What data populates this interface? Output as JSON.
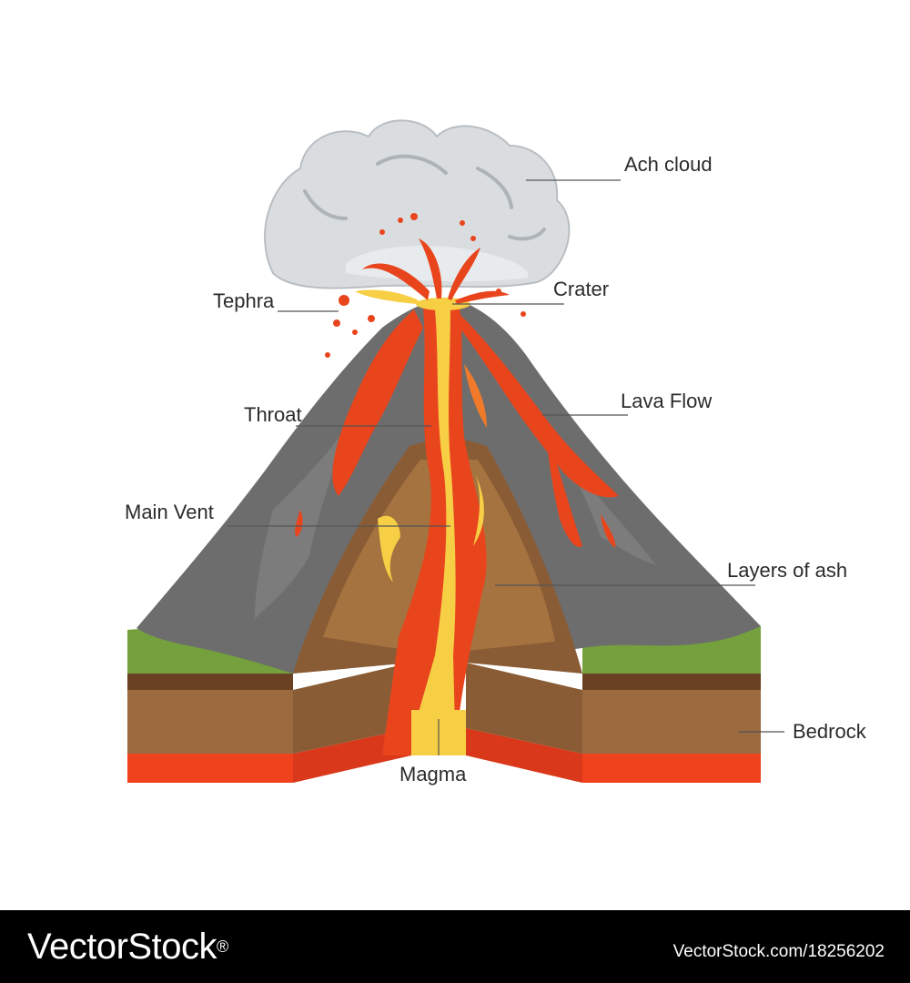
{
  "labels": {
    "ash_cloud": "Ach cloud",
    "crater": "Crater",
    "tephra": "Tephra",
    "lava_flow": "Lava Flow",
    "throat": "Throat",
    "main_vent": "Main Vent",
    "layers_of_ash": "Layers of ash",
    "bedrock": "Bedrock",
    "magma": "Magma"
  },
  "footer": {
    "brand_prefix": "VectorStock",
    "brand_suffix": "®",
    "site_ref": "VectorStock.com/18256202"
  },
  "colors": {
    "cloud": "#d9dde0",
    "mountain": "#6d6d6d",
    "lava": "#e9451d",
    "magma_core": "#f7cf45",
    "soil": "#9b6a3f",
    "grass": "#74a13d",
    "magma_layer": "#f0421c"
  }
}
